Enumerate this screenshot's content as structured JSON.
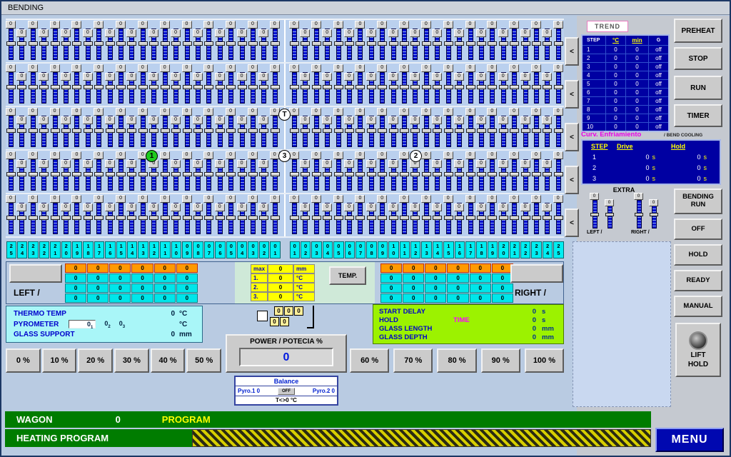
{
  "window": {
    "title": "BENDING"
  },
  "slider_grid": {
    "rows": 5,
    "cols_per_side": 25,
    "value": "0",
    "scroll_label": "<",
    "scroll_count": 5,
    "left_labels": [
      "25",
      "24",
      "23",
      "22",
      "21",
      "20",
      "19",
      "18",
      "17",
      "16",
      "15",
      "14",
      "13",
      "12",
      "11",
      "10",
      "09",
      "08",
      "07",
      "06",
      "05",
      "04",
      "03",
      "02",
      "01"
    ],
    "right_labels": [
      "01",
      "02",
      "03",
      "04",
      "05",
      "06",
      "07",
      "08",
      "09",
      "10",
      "11",
      "12",
      "13",
      "14",
      "15",
      "16",
      "17",
      "18",
      "19",
      "20",
      "21",
      "22",
      "23",
      "24",
      "25"
    ]
  },
  "markers": {
    "zone1": "1",
    "zone2": "2",
    "zone3": "3",
    "top": "T"
  },
  "trend_button": "TREND",
  "step_table": {
    "headers": [
      "STEP",
      "°C",
      "min",
      "G"
    ],
    "rows": [
      [
        "1",
        "0",
        "0",
        "off"
      ],
      [
        "2",
        "0",
        "0",
        "off"
      ],
      [
        "3",
        "0",
        "0",
        "off"
      ],
      [
        "4",
        "0",
        "0",
        "off"
      ],
      [
        "5",
        "0",
        "0",
        "off"
      ],
      [
        "6",
        "0",
        "0",
        "off"
      ],
      [
        "7",
        "0",
        "0",
        "off"
      ],
      [
        "8",
        "0",
        "0",
        "off"
      ],
      [
        "9",
        "0",
        "0",
        "off"
      ],
      [
        "10",
        "0",
        "0",
        "off"
      ]
    ]
  },
  "cooling": {
    "title": "Curv. Enfriamiento",
    "subtitle": "/ BEND COOLING",
    "headers": [
      "STEP",
      "Drive",
      "Hold"
    ],
    "rows": [
      {
        "step": "1",
        "drive": "0",
        "drive_unit": "s",
        "hold": "0",
        "hold_unit": "s"
      },
      {
        "step": "2",
        "drive": "0",
        "drive_unit": "s",
        "hold": "0",
        "hold_unit": "s"
      },
      {
        "step": "3",
        "drive": "0",
        "drive_unit": "s",
        "hold": "0",
        "hold_unit": "s"
      }
    ]
  },
  "extra": {
    "title": "EXTRA",
    "value": "0",
    "left_label": "LEFT /",
    "right_label": "RIGHT /"
  },
  "right_buttons": [
    {
      "label": "PREHEAT"
    },
    {
      "label": "STOP"
    },
    {
      "label": "RUN"
    },
    {
      "label": "TIMER"
    }
  ],
  "mode_buttons": [
    {
      "label": "BENDING RUN"
    },
    {
      "label": "OFF"
    },
    {
      "label": "HOLD"
    },
    {
      "label": "READY"
    },
    {
      "label": "MANUAL"
    }
  ],
  "lift_button": {
    "line1": "LIFT",
    "line2": "HOLD"
  },
  "zones": {
    "left_label": "LEFT /",
    "right_label": "RIGHT /",
    "grid_rows": 4,
    "grid_cols": 6,
    "cell_value": "0",
    "max_table": {
      "header_label": "max",
      "header_value": "0",
      "header_unit": "mm",
      "rows": [
        {
          "label": "1.",
          "value": "0",
          "unit": "°C"
        },
        {
          "label": "2.",
          "value": "0",
          "unit": "°C"
        },
        {
          "label": "3.",
          "value": "0",
          "unit": "°C"
        }
      ]
    },
    "temp_button": "TEMP."
  },
  "thermo": {
    "row1": {
      "label": "THERMO TEMP",
      "value": "0",
      "unit": "°C"
    },
    "row2": {
      "label": "PYROMETER",
      "v1": "0",
      "s1": "1",
      "v2": "0",
      "s2": "2",
      "v3": "0",
      "s3": "3",
      "unit": "°C"
    },
    "row3": {
      "label": "GLASS SUPPORT",
      "value": "0",
      "unit": "mm"
    }
  },
  "mini_widget": {
    "top_cells": [
      "0",
      "0",
      "0"
    ],
    "bottom_cells": [
      "0",
      "0"
    ]
  },
  "power": {
    "label": "POWER / POTECIA %",
    "value": "0"
  },
  "process": {
    "rows": [
      {
        "label": "START DELAY",
        "label2": "",
        "value": "0",
        "unit": "s"
      },
      {
        "label": "HOLD",
        "label2": "TIME",
        "value": "0",
        "unit": "s"
      },
      {
        "label": "GLASS LENGTH",
        "label2": "",
        "value": "0",
        "unit": "mm"
      },
      {
        "label": "GLASS DEPTH",
        "label2": "",
        "value": "0",
        "unit": "mm"
      }
    ]
  },
  "percent_buttons_left": [
    "0 %",
    "10 %",
    "20 %",
    "30 %",
    "40 %",
    "50 %"
  ],
  "percent_buttons_right": [
    "60 %",
    "70 %",
    "80 %",
    "90 %",
    "100 %"
  ],
  "balance": {
    "title": "Balance",
    "off_button": "OFF",
    "pyro1": "Pyro.1 0",
    "pyro2": "Pyro.2 0",
    "delta": "T<>0  °C"
  },
  "status": {
    "wagon_label": "WAGON",
    "wagon_value": "0",
    "program_label": "PROGRAM",
    "heating_label": "HEATING PROGRAM",
    "menu_button": "MENU"
  },
  "colors": {
    "accent_blue": "#0000cc",
    "panel_cyan": "#a9f6f8",
    "panel_green": "#9cf200",
    "bar_green": "#007c00",
    "table_navy": "#0000a2",
    "header_yellow": "#ffff00",
    "magenta": "#ff00ff"
  }
}
